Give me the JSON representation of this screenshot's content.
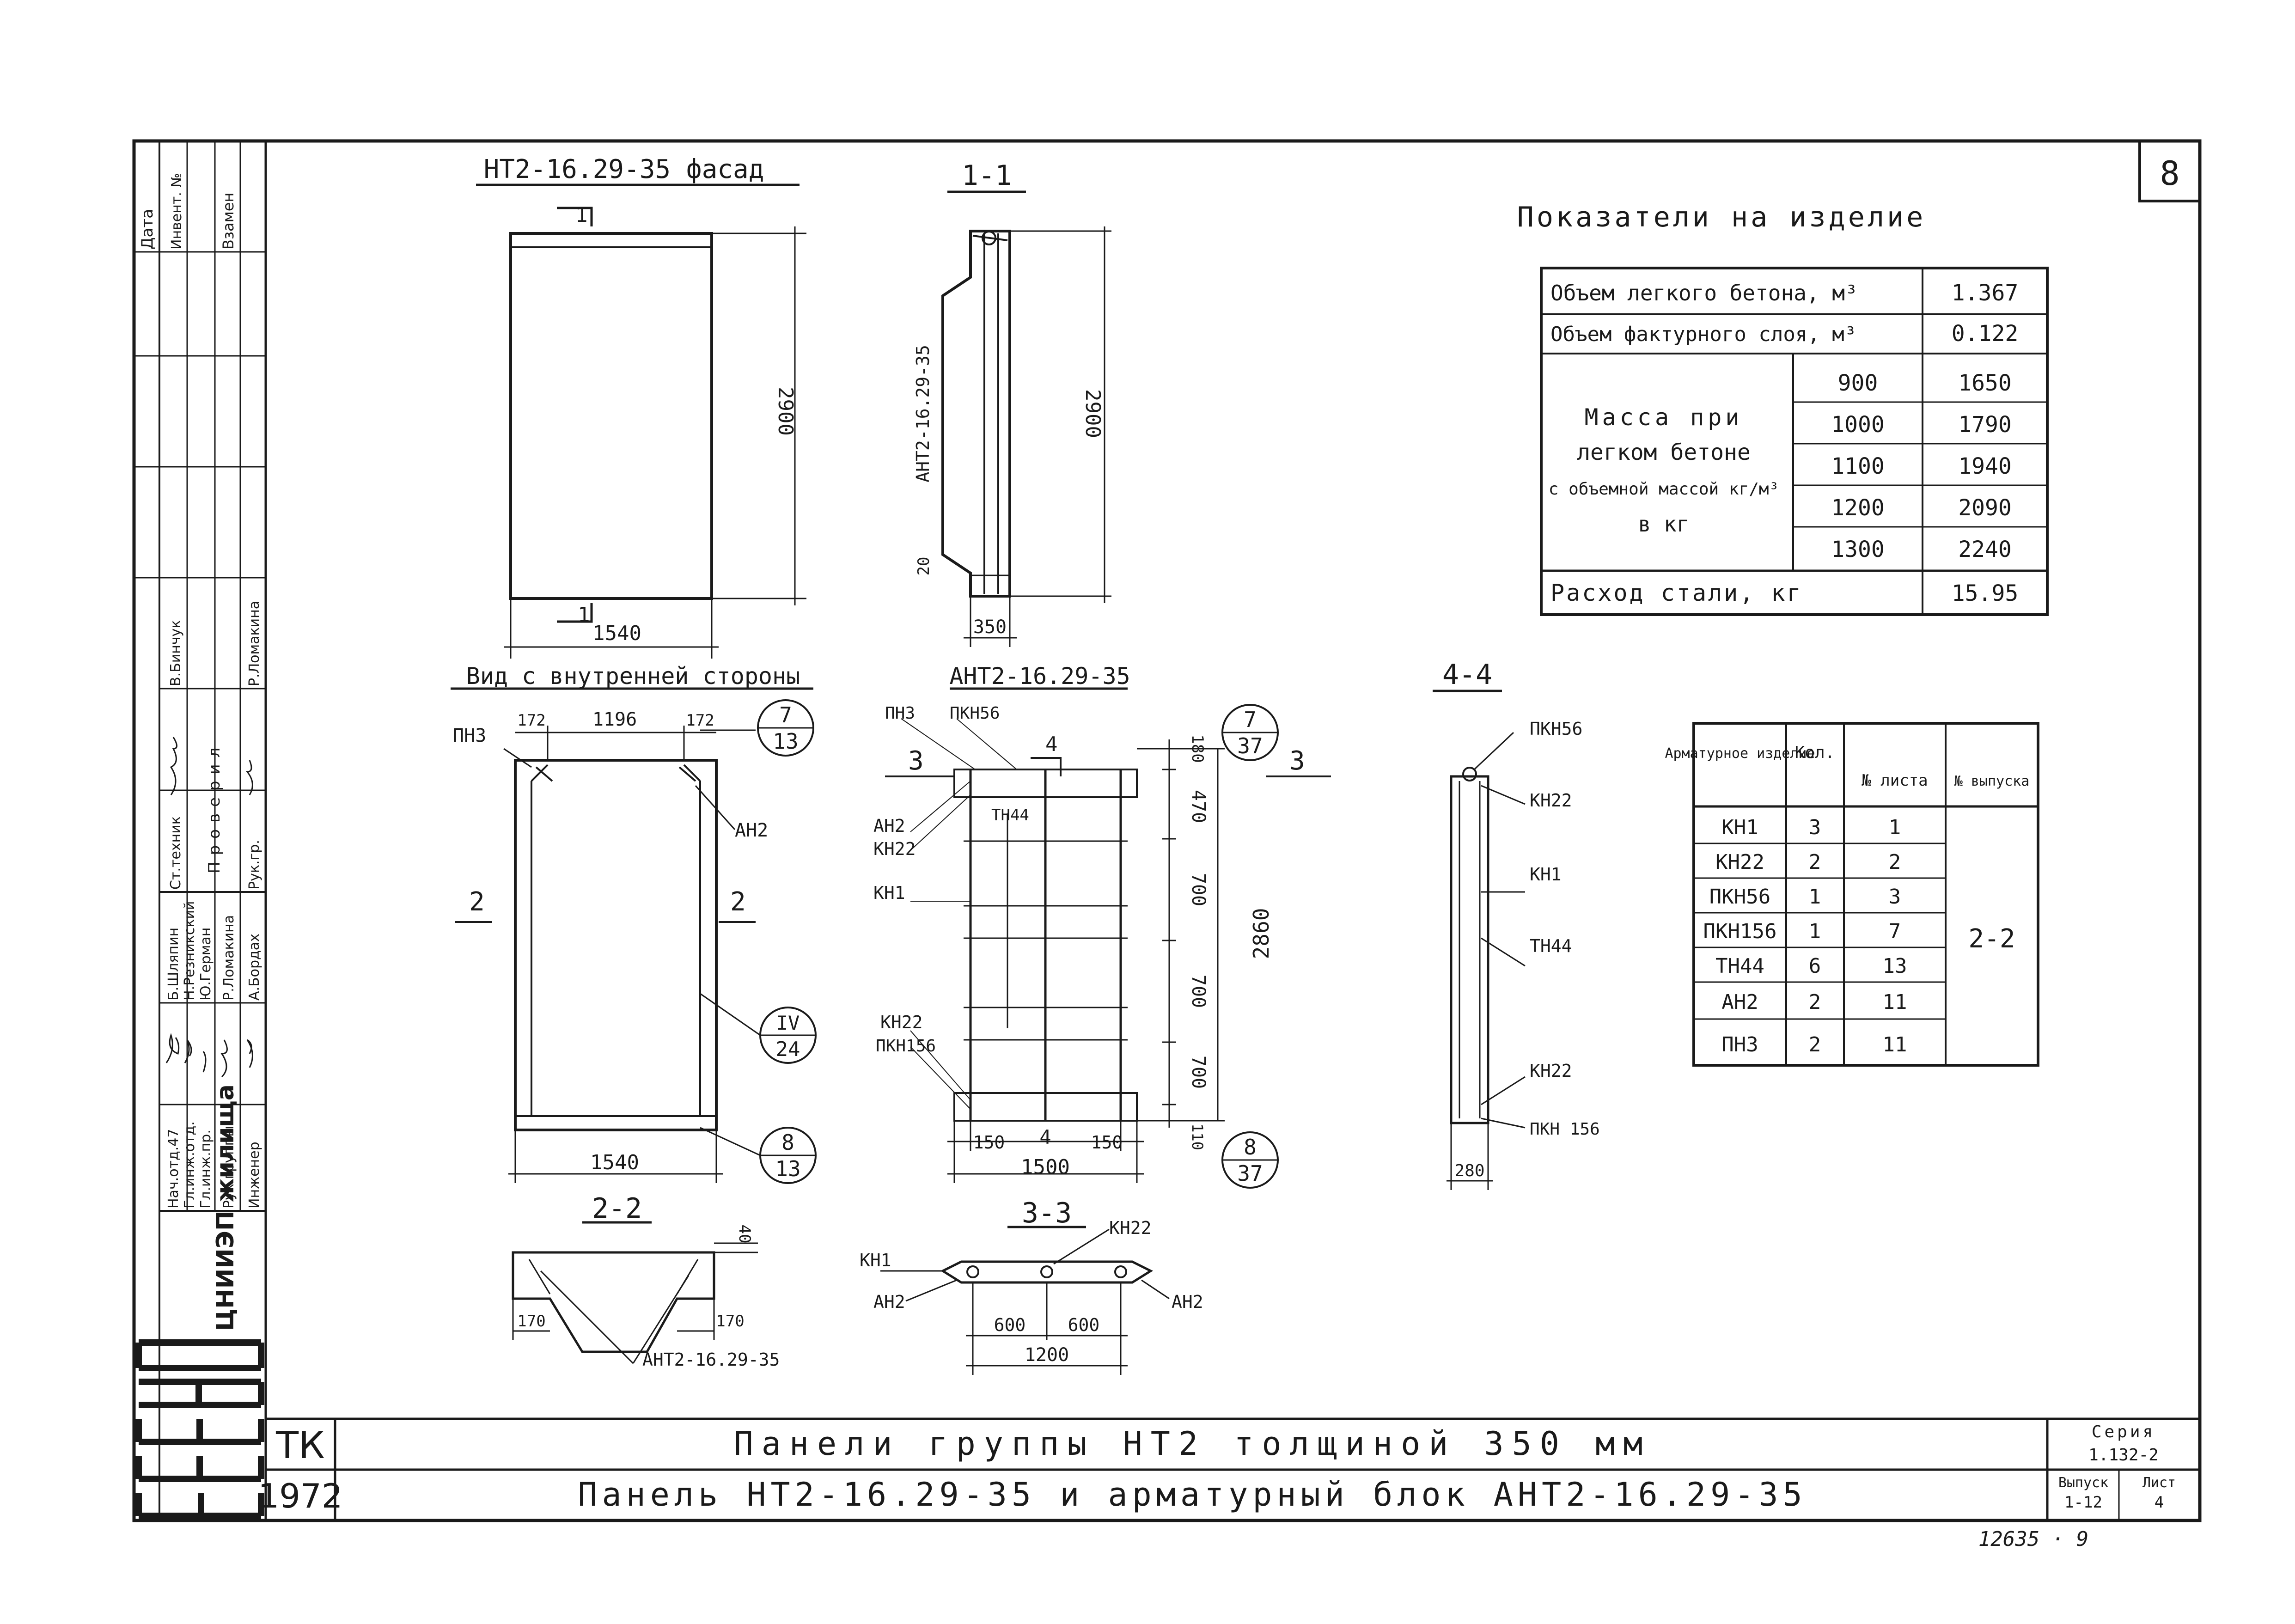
{
  "sheet": {
    "sheet_number": "8",
    "stamp_number": "12635 · 9",
    "series": {
      "label": "Серия",
      "value": "1.132-2"
    },
    "issue": {
      "label": "Выпуск",
      "value": "1-12"
    },
    "list": {
      "label": "Лист",
      "value": "4"
    },
    "tk": "ТК",
    "year": "1972",
    "title1": "Панели группы НТ2 толщиной 350 мм",
    "title2": "Панель НТ2-16.29-35 и арматурный блок АНТ2-16.29-35",
    "organization": "ЦНИИЭП жилища"
  },
  "side_block": {
    "top_labels": [
      "Дата",
      "Инвент. №",
      "Взамен"
    ],
    "roles": [
      "Нач.отд.47",
      "Гл.инж.отд.",
      "Гл.инж.пр.",
      "Рук.группы",
      "Инженер"
    ],
    "names": [
      "Б.Шляпин",
      "Н.Резникский",
      "Ю.Герман",
      "Р.Ломакина",
      "А.Бордах"
    ],
    "extra_roles": [
      "Ст.техник",
      "Рук.гр."
    ],
    "extra_names": [
      "В.Бинчук",
      "Р.Ломакина"
    ],
    "check_label": "Проверил"
  },
  "facade": {
    "title": "НТ2-16.29-35 фасад",
    "height": "2900",
    "width": "1540",
    "cut": "1"
  },
  "section11": {
    "title": "1-1",
    "block_label": "АНТ2-16.29-35",
    "height": "2900",
    "width": "350",
    "small": "20"
  },
  "inner_view": {
    "title": "Вид с внутренней стороны",
    "dims": [
      "172",
      "1196",
      "172"
    ],
    "width": "1540",
    "labels": {
      "pn3": "ПН3",
      "an2": "АН2"
    },
    "cuts": [
      "2",
      "2"
    ],
    "circles": [
      {
        "top": "7",
        "bottom": "13"
      },
      {
        "top": "IV",
        "bottom": "24"
      },
      {
        "top": "8",
        "bottom": "13"
      }
    ]
  },
  "block_view": {
    "title": "АНТ2-16.29-35",
    "labels": [
      "ПН3",
      "ПКН56",
      "АН2",
      "КН22",
      "КН1",
      "КН22",
      "ПКН156",
      "ТН44"
    ],
    "vdims": [
      "180",
      "470",
      "700",
      "700",
      "700",
      "110"
    ],
    "overall": "2860",
    "bottom_dims": [
      "150",
      "4",
      "150"
    ],
    "total_width": "1500",
    "cuts": [
      "3",
      "3",
      "4"
    ],
    "circles": [
      {
        "top": "7",
        "bottom": "37"
      },
      {
        "top": "8",
        "bottom": "37"
      }
    ]
  },
  "section44": {
    "title": "4-4",
    "labels": [
      "ПКН56",
      "КН22",
      "КН1",
      "ТН44",
      "КН22",
      "ПКН 156"
    ],
    "width": "280"
  },
  "section22": {
    "title": "2-2",
    "dims": [
      "40",
      "170",
      "170"
    ],
    "block_label": "АНТ2-16.29-35"
  },
  "section33": {
    "title": "3-3",
    "labels": [
      "КН1",
      "АН2",
      "КН22",
      "АН2"
    ],
    "dims": [
      "600",
      "600",
      "1200"
    ]
  },
  "indicators": {
    "title": "Показатели на изделие",
    "rows": [
      {
        "label": "Объем легкого бетона, м³",
        "value": "1.367"
      },
      {
        "label": "Объем фактурного слоя, м³",
        "value": "0.122"
      }
    ],
    "mass_label": [
      "Масса при",
      "легком бетоне",
      "с объемной массой кг/м³",
      "в кг"
    ],
    "mass_rows": [
      {
        "density": "900",
        "mass": "1650"
      },
      {
        "density": "1000",
        "mass": "1790"
      },
      {
        "density": "1100",
        "mass": "1940"
      },
      {
        "density": "1200",
        "mass": "2090"
      },
      {
        "density": "1300",
        "mass": "2240"
      }
    ],
    "steel": {
      "label": "Расход стали, кг",
      "value": "15.95"
    }
  },
  "spec": {
    "headers": [
      "Арматурное изделие",
      "Кол.",
      "№ листа",
      "№ выпуска"
    ],
    "rows": [
      {
        "item": "КН1",
        "qty": "3",
        "sheet": "1"
      },
      {
        "item": "КН22",
        "qty": "2",
        "sheet": "2"
      },
      {
        "item": "ПКН56",
        "qty": "1",
        "sheet": "3"
      },
      {
        "item": "ПКН156",
        "qty": "1",
        "sheet": "7"
      },
      {
        "item": "ТН44",
        "qty": "6",
        "sheet": "13"
      },
      {
        "item": "АН2",
        "qty": "2",
        "sheet": "11"
      },
      {
        "item": "ПН3",
        "qty": "2",
        "sheet": "11"
      }
    ],
    "issue": "2-2"
  }
}
